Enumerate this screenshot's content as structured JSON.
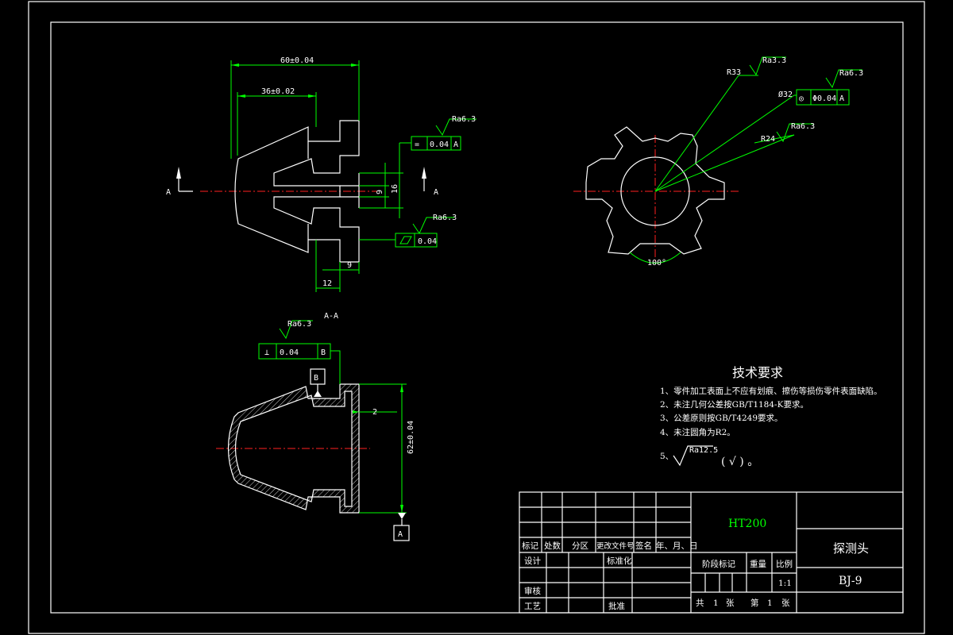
{
  "drawing": {
    "colors": {
      "outline": "#ffffff",
      "dimension": "#00ff00",
      "centerline": "#ff2020",
      "background": "#000000"
    },
    "front_view": {
      "dim_overall": "60±0.04",
      "dim_inner": "36±0.02",
      "dim_small_9a": "9",
      "dim_16": "16",
      "dim_9b": "9",
      "dim_12": "12",
      "section_label_left": "A",
      "section_label_right": "A",
      "roughness_1": "Ra6.3",
      "tol_sym_symbol": "=",
      "tol_sym_value": "0.04",
      "tol_sym_datum": "A",
      "roughness_2": "Ra6.3",
      "tol_flat_value": "0.04"
    },
    "side_view": {
      "r33": "R33",
      "r33_ra": "Ra3.3",
      "d32": "Ø32",
      "d32_ra": "Ra6.3",
      "tol_conc_symbol": "◎",
      "tol_conc_value": "Φ0.04",
      "tol_conc_datum": "A",
      "r24": "R24",
      "r24_ra": "Ra6.3",
      "angle": "100°"
    },
    "section_view": {
      "title": "A-A",
      "roughness": "Ra6.3",
      "tol_perp_symbol": "⊥",
      "tol_perp_value": "0.04",
      "tol_perp_datum": "B",
      "datum_b": "B",
      "datum_a": "A",
      "dim_2": "2",
      "dim_62": "62±0.04"
    },
    "tech_requirements": {
      "title": "技术要求",
      "items": [
        "1、零件加工表面上不应有划痕、擦伤等损伤零件表面缺陷。",
        "2、未注几何公差按GB/T1184-K要求。",
        "3、公差原则按GB/T4249要求。",
        "4、未注圆角为R2。"
      ],
      "item5_prefix": "5、",
      "item5_ra": "Ra12.5",
      "item5_suffix": "( √ ) 。"
    },
    "title_block": {
      "material": "HT200",
      "part_name": "探测头",
      "drawing_no": "BJ-9",
      "header_row": [
        "标记",
        "处数",
        "分区",
        "更改文件号",
        "签名",
        "年、月、日"
      ],
      "design": "设计",
      "standardize": "标准化",
      "review": "审核",
      "process": "工艺",
      "approve": "批准",
      "stage_mark": "阶段标记",
      "weight": "重量",
      "scale_label": "比例",
      "scale_value": "1:1",
      "sheets_total_label": "共",
      "sheets_total": "1",
      "sheets_unit": "张",
      "sheet_no_label": "第",
      "sheet_no": "1",
      "sheet_no_unit": "张"
    }
  }
}
